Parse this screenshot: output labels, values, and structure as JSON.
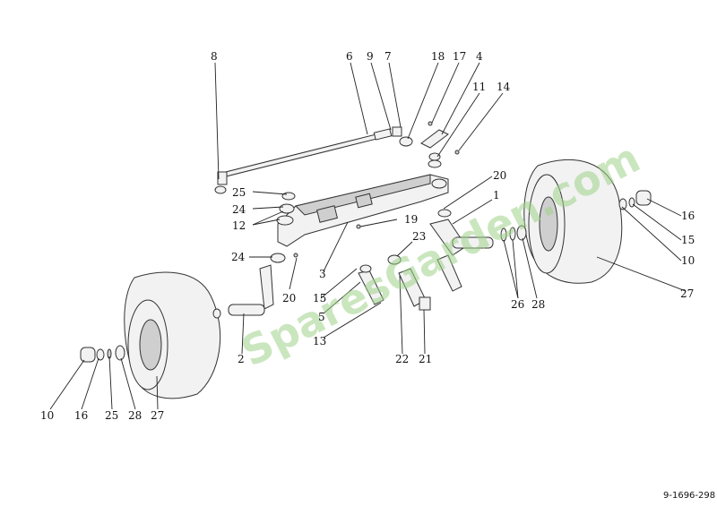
{
  "watermark": "SparesGarden.com",
  "reference_code": "9-1696-298",
  "callouts": {
    "c8": "8",
    "c6": "6",
    "c9": "9",
    "c7": "7",
    "c18": "18",
    "c17": "17",
    "c4": "4",
    "c11": "11",
    "c14": "14",
    "c25a": "25",
    "c24a": "24",
    "c12": "12",
    "c19": "19",
    "c20a": "20",
    "c1": "1",
    "c16a": "16",
    "c15a": "15",
    "c10a": "10",
    "c23": "23",
    "c24b": "24",
    "c3": "3",
    "c20b": "20",
    "c15b": "15",
    "c5": "5",
    "c13": "13",
    "c26": "26",
    "c28a": "28",
    "c27a": "27",
    "c2": "2",
    "c22": "22",
    "c21": "21",
    "c10b": "10",
    "c16b": "16",
    "c25b": "25",
    "c28b": "28",
    "c27b": "27"
  }
}
